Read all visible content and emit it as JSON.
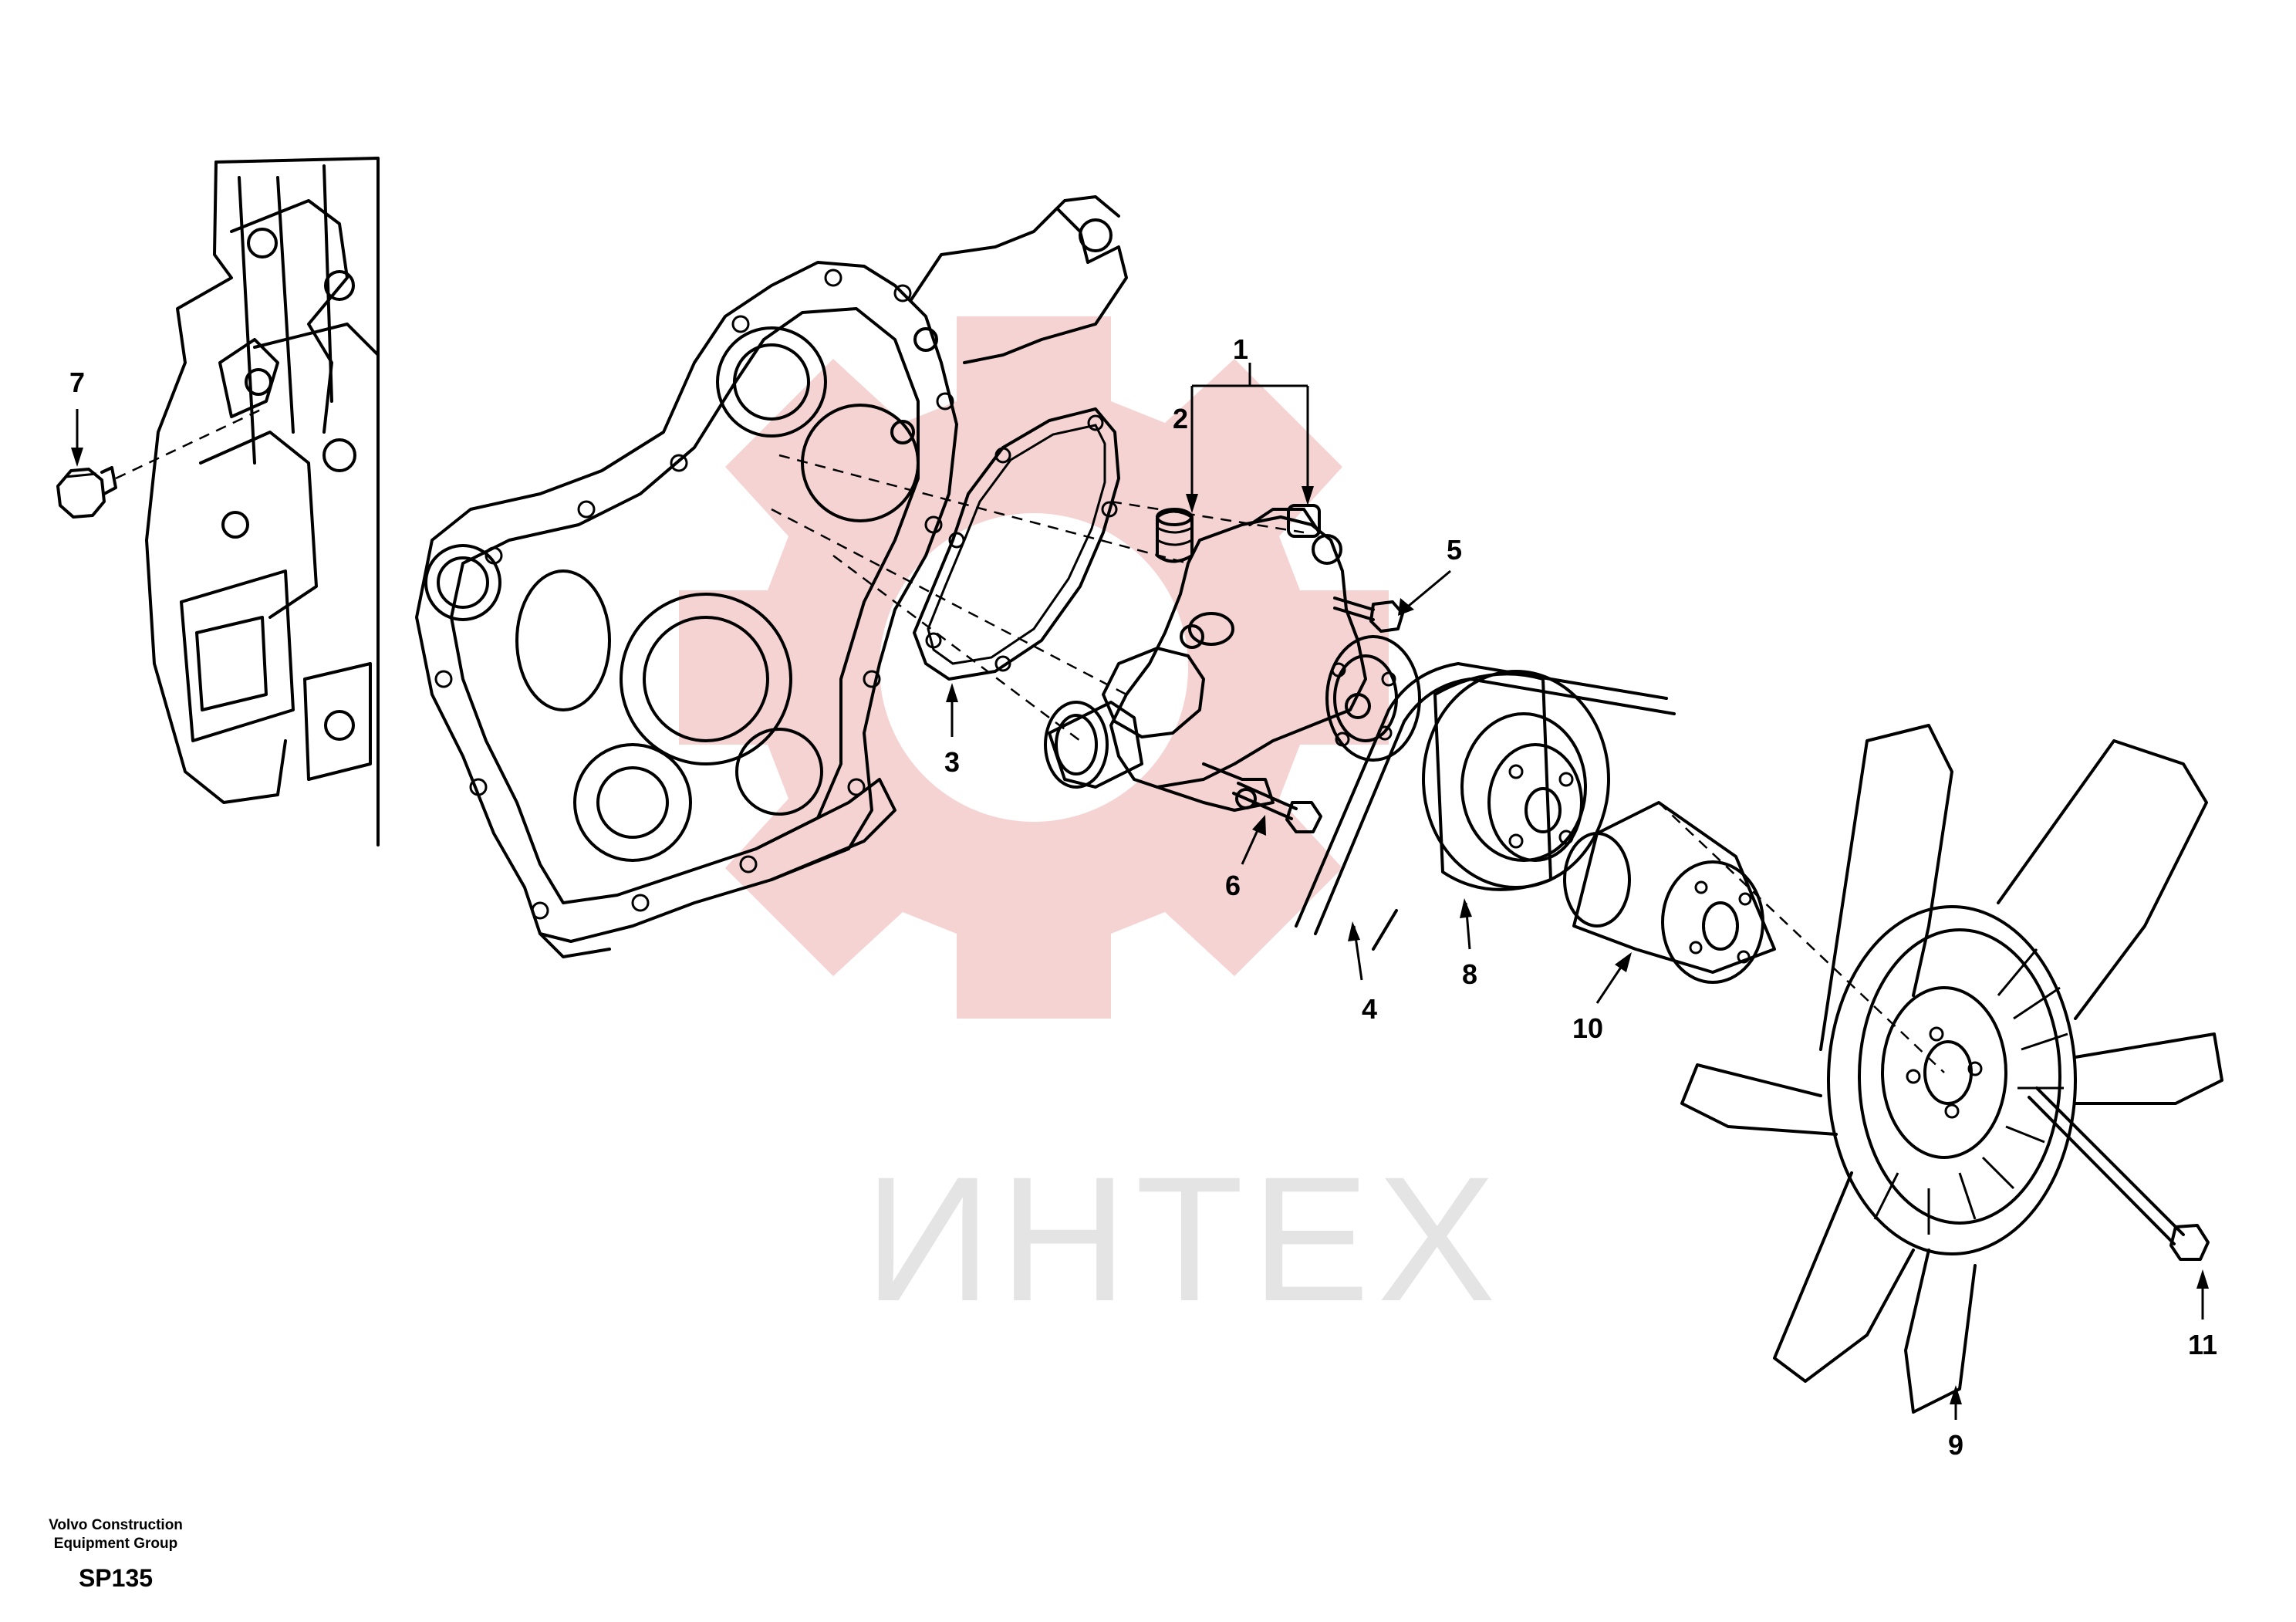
{
  "watermark": {
    "text": "ИНТЕХ",
    "colors": {
      "gear": "#f3c4c4",
      "text": "#e4e4e4"
    }
  },
  "callouts": [
    {
      "id": "1",
      "label": "1"
    },
    {
      "id": "2",
      "label": "2"
    },
    {
      "id": "3",
      "label": "3"
    },
    {
      "id": "4",
      "label": "4"
    },
    {
      "id": "5",
      "label": "5"
    },
    {
      "id": "6",
      "label": "6"
    },
    {
      "id": "7",
      "label": "7"
    },
    {
      "id": "8",
      "label": "8"
    },
    {
      "id": "9",
      "label": "9"
    },
    {
      "id": "10",
      "label": "10"
    },
    {
      "id": "11",
      "label": "11"
    }
  ],
  "footer": {
    "org_line1": "Volvo Construction",
    "org_line2": "Equipment Group",
    "page_code": "SP135"
  },
  "icons": [
    "engine-block-icon",
    "timing-cover-icon",
    "gasket-icon",
    "water-pump-icon",
    "bolt-icon",
    "v-belt-icon",
    "pulley-icon",
    "spacer-icon",
    "fan-icon",
    "plug-icon"
  ]
}
